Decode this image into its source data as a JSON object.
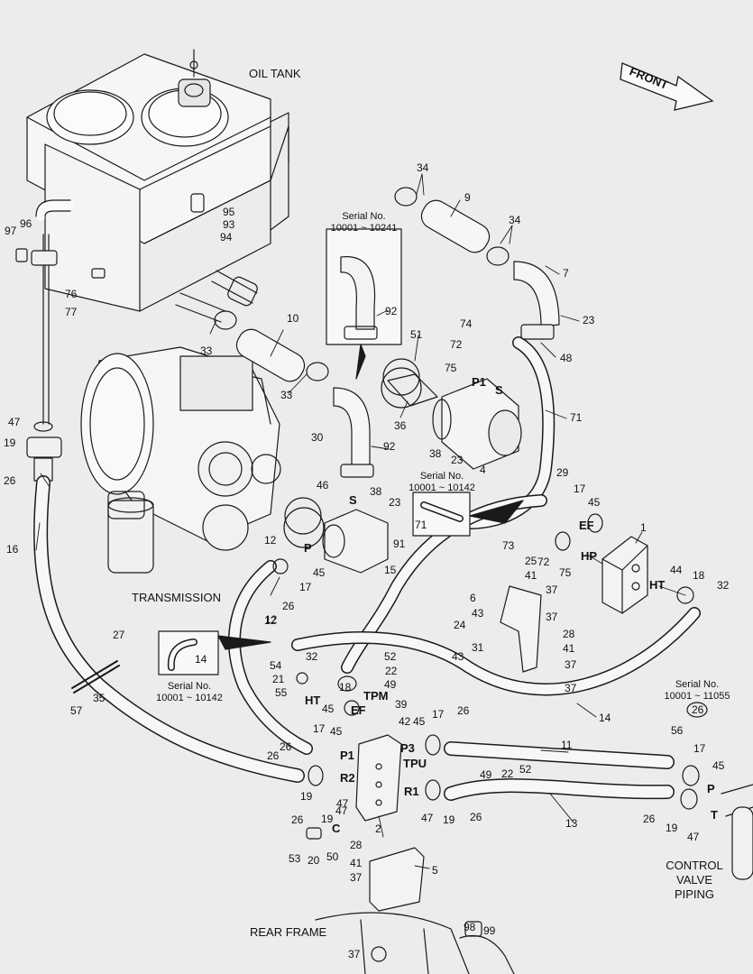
{
  "titles": {
    "oil_tank": "OIL TANK",
    "front": "FRONT",
    "transmission": "TRANSMISSION",
    "rear_frame": "REAR FRAME",
    "control_valve_piping": "CONTROL VALVE PIPING"
  },
  "serial_notes": [
    {
      "label": "Serial No.",
      "range": "10001 ~ 10241"
    },
    {
      "label": "Serial No.",
      "range": "10001 ~ 10142"
    },
    {
      "label": "Serial No.",
      "range": "10001 ~ 10142"
    },
    {
      "label": "Serial No.",
      "range": "10001 ~ 11055"
    }
  ],
  "serial_ref": "26",
  "ports": [
    "P1",
    "S",
    "S",
    "P",
    "EF",
    "HP",
    "HT",
    "HT",
    "TPM",
    "EF",
    "P1",
    "P3",
    "TPU",
    "R2",
    "R1",
    "C",
    "P",
    "T"
  ],
  "parts": [
    "34",
    "9",
    "34",
    "7",
    "23",
    "48",
    "71",
    "95",
    "93",
    "94",
    "96",
    "97",
    "76",
    "77",
    "10",
    "33",
    "33",
    "92",
    "51",
    "74",
    "72",
    "75",
    "36",
    "38",
    "23",
    "4",
    "92",
    "30",
    "46",
    "38",
    "23",
    "71",
    "12",
    "91",
    "45",
    "17",
    "26",
    "12",
    "15",
    "29",
    "17",
    "45",
    "1",
    "73",
    "72",
    "75",
    "25",
    "41",
    "37",
    "6",
    "43",
    "24",
    "37",
    "31",
    "43",
    "28",
    "41",
    "37",
    "37",
    "44",
    "18",
    "32",
    "14",
    "27",
    "14",
    "35",
    "57",
    "16",
    "47",
    "19",
    "26",
    "12",
    "32",
    "54",
    "21",
    "55",
    "52",
    "22",
    "49",
    "18",
    "45",
    "39",
    "42",
    "45",
    "17",
    "26",
    "17",
    "45",
    "26",
    "49",
    "22",
    "52",
    "11",
    "13",
    "47",
    "19",
    "26",
    "2",
    "47",
    "19",
    "26",
    "53",
    "20",
    "50",
    "28",
    "41",
    "37",
    "5",
    "98",
    "99",
    "37",
    "56",
    "17",
    "45",
    "26",
    "19",
    "47",
    "26",
    "47",
    "19"
  ]
}
